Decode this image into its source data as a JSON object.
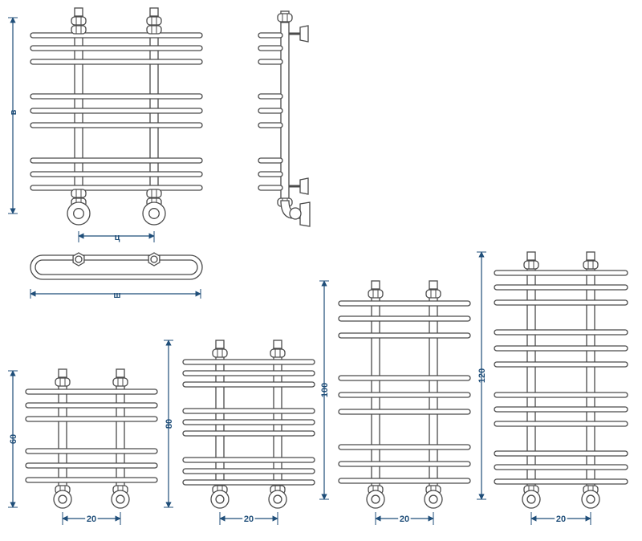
{
  "colors": {
    "line": "#4a4a4a",
    "fill": "#ffffff",
    "dimension": "#1f4e79"
  },
  "labels": {
    "height": "в",
    "center_distance": "ц",
    "width": "ш",
    "model_60": {
      "height": "60",
      "center": "20"
    },
    "model_80": {
      "height": "80",
      "center": "20"
    },
    "model_100": {
      "height": "100",
      "center": "20"
    },
    "model_120": {
      "height": "120",
      "center": "20"
    }
  }
}
